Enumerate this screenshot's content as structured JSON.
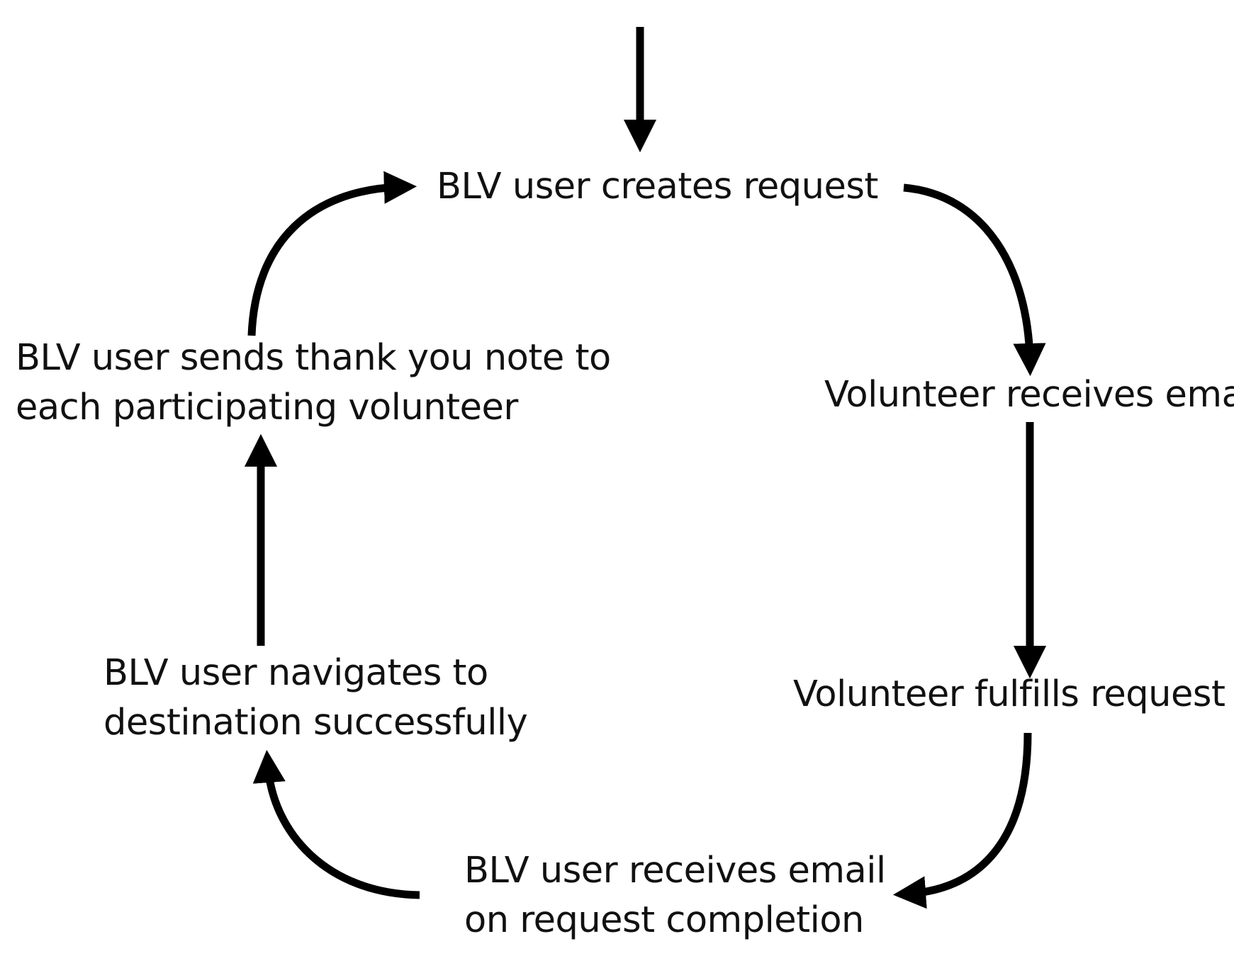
{
  "diagram": {
    "type": "cycle-flow",
    "nodes": [
      {
        "id": "create",
        "lines": [
          "BLV user creates request"
        ]
      },
      {
        "id": "vemail",
        "lines": [
          "Volunteer receives email"
        ]
      },
      {
        "id": "fulfill",
        "lines": [
          "Volunteer fulfills request"
        ]
      },
      {
        "id": "bemail",
        "lines": [
          "BLV user receives email",
          "on request completion"
        ]
      },
      {
        "id": "nav",
        "lines": [
          "BLV user navigates to",
          "destination successfully"
        ]
      },
      {
        "id": "thanks",
        "lines": [
          "BLV user sends thank you note to",
          "each participating volunteer"
        ]
      }
    ],
    "edges": [
      {
        "from": "start",
        "to": "create"
      },
      {
        "from": "create",
        "to": "vemail"
      },
      {
        "from": "vemail",
        "to": "fulfill"
      },
      {
        "from": "fulfill",
        "to": "bemail"
      },
      {
        "from": "bemail",
        "to": "nav"
      },
      {
        "from": "nav",
        "to": "thanks"
      },
      {
        "from": "thanks",
        "to": "create"
      }
    ],
    "colors": {
      "arrow": "#000000",
      "text": "#111111",
      "background": "#ffffff"
    }
  }
}
